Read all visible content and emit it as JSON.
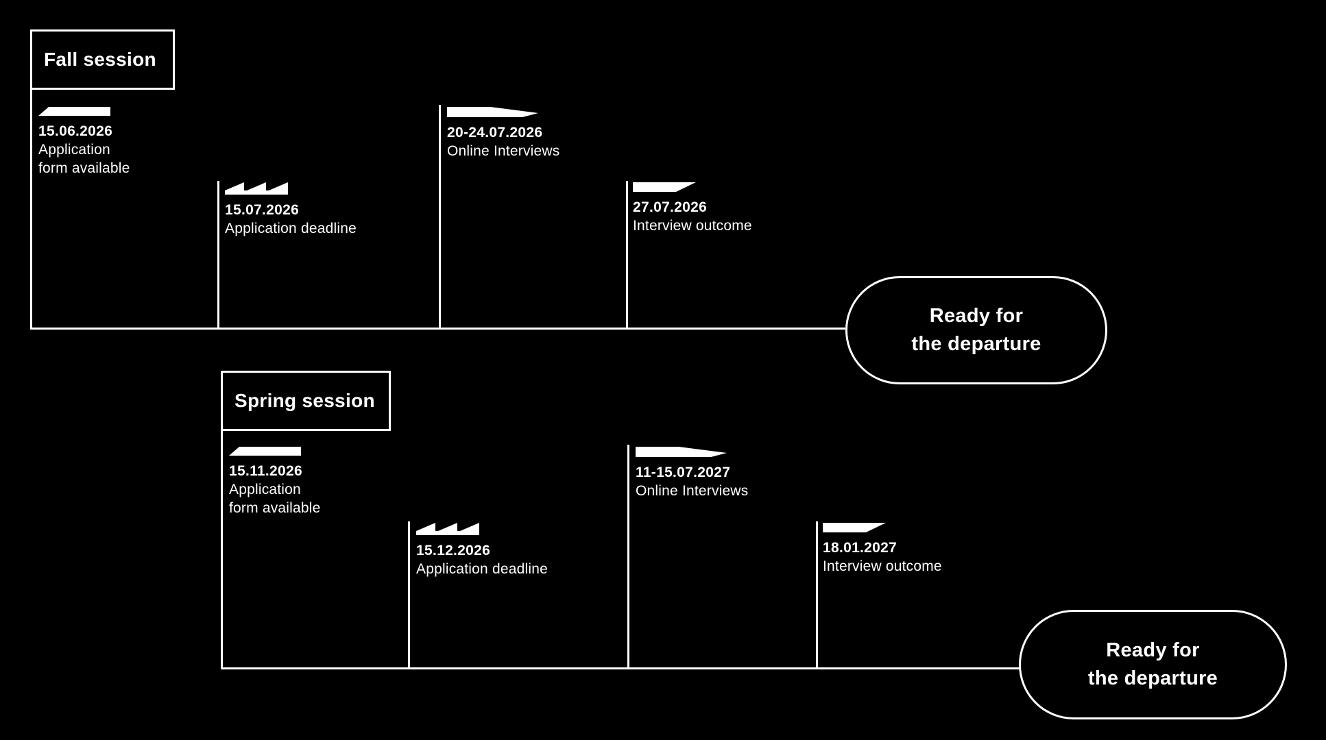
{
  "canvas": {
    "background_color": "#000000",
    "foreground_color": "#ffffff"
  },
  "fall": {
    "title": "Fall session",
    "milestones": [
      {
        "icon": "ramp-icon",
        "date": "15.06.2026",
        "lines": [
          "Application",
          "form available"
        ]
      },
      {
        "icon": "sawtooth-icon",
        "date": "15.07.2026",
        "lines": [
          "Application deadline"
        ]
      },
      {
        "icon": "pennant-icon",
        "date": "20-24.07.2026",
        "lines": [
          "Online Interviews"
        ]
      },
      {
        "icon": "flag-icon",
        "date": "27.07.2026",
        "lines": [
          "Interview outcome"
        ]
      }
    ],
    "ready": {
      "line1": "Ready for",
      "line2": "the departure"
    }
  },
  "spring": {
    "title": "Spring session",
    "milestones": [
      {
        "icon": "ramp-icon",
        "date": "15.11.2026",
        "lines": [
          "Application",
          "form available"
        ]
      },
      {
        "icon": "sawtooth-icon",
        "date": "15.12.2026",
        "lines": [
          "Application deadline"
        ]
      },
      {
        "icon": "pennant-icon",
        "date": "11-15.07.2027",
        "lines": [
          "Online Interviews"
        ]
      },
      {
        "icon": "flag-icon",
        "date": "18.01.2027",
        "lines": [
          "Interview outcome"
        ]
      }
    ],
    "ready": {
      "line1": "Ready for",
      "line2": "the departure"
    }
  }
}
